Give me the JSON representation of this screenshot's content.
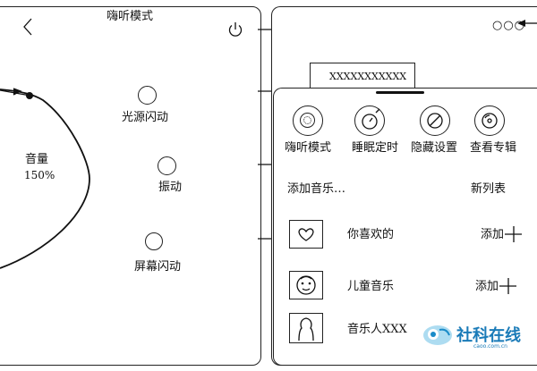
{
  "left": {
    "title": "嗨听模式",
    "volume_label": "音量",
    "volume_value": "150%",
    "options": {
      "light": "光源闪动",
      "vibrate": "振动",
      "screen": "屏幕闪动"
    }
  },
  "right": {
    "device_name": "XXXXXXXXXXX",
    "menu": {
      "haiting": "嗨听模式",
      "sleep": "睡眠定时",
      "hide": "隐藏设置",
      "album": "查看专辑"
    },
    "add_music": "添加音乐…",
    "new_list": "新列表",
    "playlists": [
      {
        "name": "你喜欢的",
        "action": "添加"
      },
      {
        "name": "儿童音乐",
        "action": "添加"
      },
      {
        "name": "音乐人XXX",
        "action": ""
      }
    ]
  },
  "watermark": {
    "brand": "社科在线",
    "url": "caoo.com.cn"
  }
}
